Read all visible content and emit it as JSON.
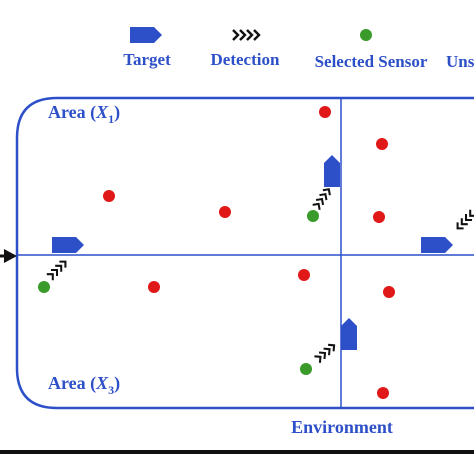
{
  "legend": {
    "target": "Target",
    "detection": "Detection",
    "selected_sensor": "Selected Sensor",
    "unselected_sensor": "Uns"
  },
  "areas": {
    "area1": {
      "label": "Area (",
      "symbol": "X",
      "subscript": "1",
      "close": ")"
    },
    "area3": {
      "label": "Area (",
      "symbol": "X",
      "subscript": "3",
      "close": ")"
    }
  },
  "environment_label": "Environment",
  "colors": {
    "accent_blue": "#2d50c8",
    "sensor_selected": "#3a9a2a",
    "sensor_unselected": "#e01818",
    "ink": "#111111"
  },
  "icons": {
    "target": "target-pentagon-icon",
    "detection": "detection-chevrons-icon",
    "entry_arrow": "arrow-right-icon"
  }
}
